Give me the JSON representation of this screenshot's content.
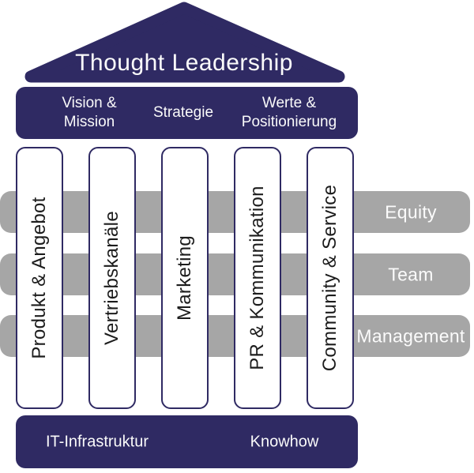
{
  "colors": {
    "navy": "#2f2a63",
    "gray": "#a6a6a6",
    "pillar_fill": "#ffffff",
    "light_text": "#fafafa",
    "dark_text": "#1c1c1c"
  },
  "roof": {
    "label": "Thought Leadership"
  },
  "lintel": {
    "items": [
      {
        "label": "Vision &\nMission"
      },
      {
        "label": "Strategie"
      },
      {
        "label": "Werte &\nPositionierung"
      }
    ]
  },
  "pillars": [
    {
      "label": "Produkt & Angebot"
    },
    {
      "label": "Vertriebskanäle"
    },
    {
      "label": "Marketing"
    },
    {
      "label": "PR & Kommunikation"
    },
    {
      "label": "Community & Service"
    }
  ],
  "beams": [
    {
      "label": "Equity"
    },
    {
      "label": "Team"
    },
    {
      "label": "Management"
    }
  ],
  "base": {
    "items": [
      {
        "label": "IT-Infrastruktur"
      },
      {
        "label": "Knowhow"
      }
    ]
  }
}
